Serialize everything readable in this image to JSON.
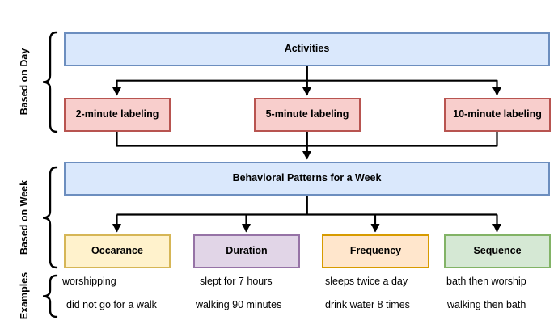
{
  "diagram": {
    "groups": {
      "day": "Based on Day",
      "week": "Based on Week",
      "examples": "Examples"
    },
    "nodes": {
      "activities": "Activities",
      "min2": "2-minute labeling",
      "min5": "5-minute labeling",
      "min10": "10-minute labeling",
      "behavioral": "Behavioral Patterns for a Week",
      "occarance": "Occarance",
      "duration": "Duration",
      "frequency": "Frequency",
      "sequence": "Sequence"
    },
    "examples": {
      "occarance": [
        "worshipping",
        "did not go for a walk"
      ],
      "duration": [
        "slept for 7 hours",
        "walking 90 minutes"
      ],
      "frequency": [
        "sleeps twice a day",
        "drink water 8 times"
      ],
      "sequence": [
        "bath then worship",
        "walking then bath"
      ]
    },
    "colors": {
      "blue_fill": "#dae8fc",
      "blue_border": "#6c8ebf",
      "red_fill": "#f8cecc",
      "red_border": "#b85450",
      "yellow_fill": "#fff2cc",
      "yellow_border": "#d6b656",
      "purple_fill": "#e1d5e7",
      "purple_border": "#9673a6",
      "orange_fill": "#ffe6cc",
      "orange_border": "#d79b00",
      "green_fill": "#d5e8d4",
      "green_border": "#82b366",
      "connector": "#000000"
    }
  }
}
